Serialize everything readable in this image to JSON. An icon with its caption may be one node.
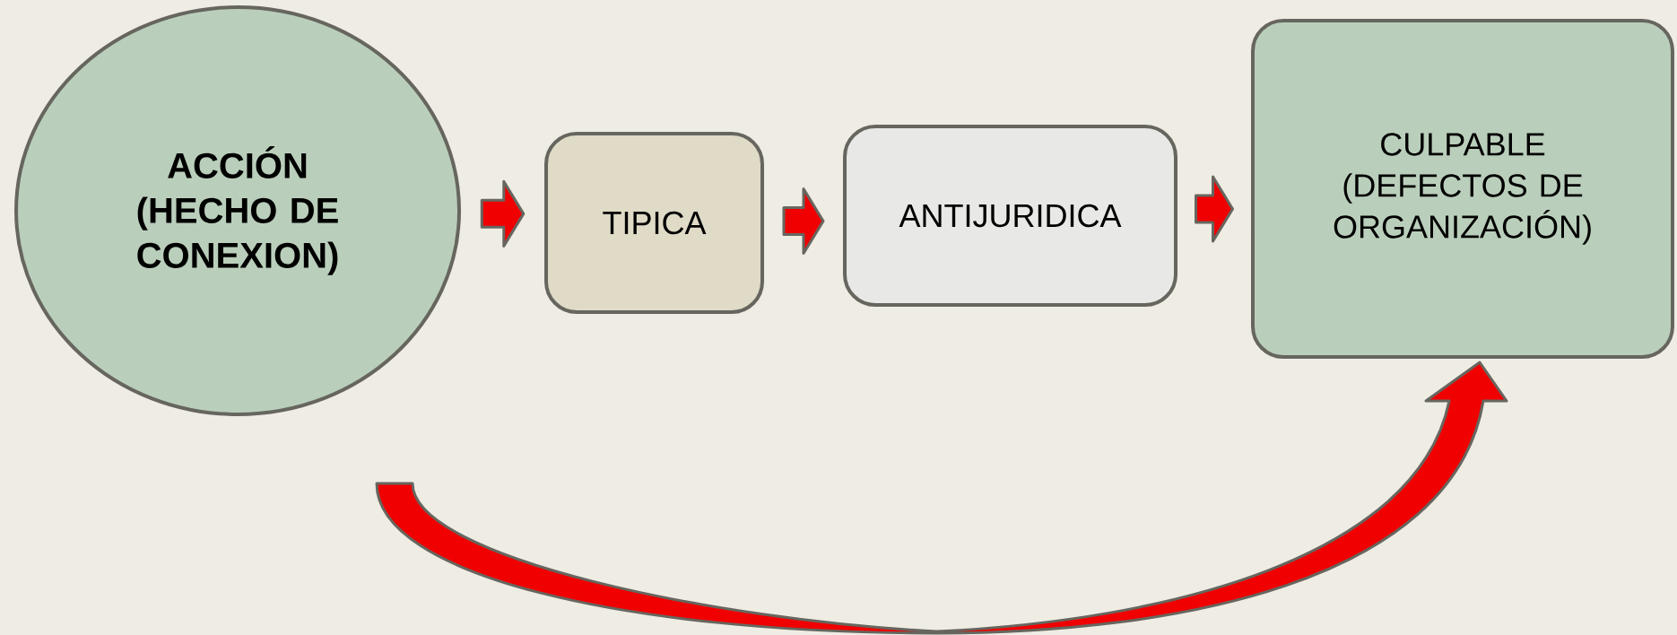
{
  "diagram": {
    "nodes": [
      {
        "text": [
          "ACCIÓN (HECHO DE CONEXION)"
        ]
      },
      {
        "text": [
          "TIPICA"
        ]
      },
      {
        "text": [
          "ANTIJURIDICA"
        ]
      },
      {
        "text": [
          "CULPABLE (DEFECTOS DE ORGANIZACIÓN)"
        ]
      }
    ],
    "edges": [
      {
        "from": 0,
        "to": 1,
        "arrow": "to"
      },
      {
        "from": 1,
        "to": 2,
        "arrow": "to"
      },
      {
        "from": 2,
        "to": 3,
        "arrow": "to"
      },
      {
        "from": 0,
        "to": 3,
        "arrow": "to"
      }
    ]
  }
}
